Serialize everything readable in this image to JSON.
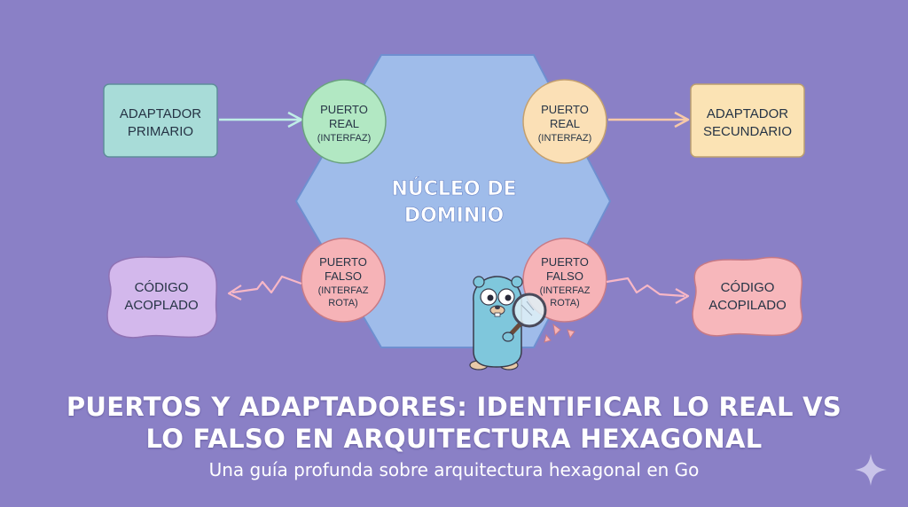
{
  "colors": {
    "background": "#8a80c6",
    "hexagon": "#9fbcea",
    "primary_adapter": "#a8dcd8",
    "secondary_adapter": "#fbe3b4",
    "port_green": "#b2e8c3",
    "port_peach": "#fbe0b6",
    "port_pink": "#f6b3b7",
    "coupled_lilac": "#d3b8ec",
    "coupled_pink": "#f7b7bb"
  },
  "diagram": {
    "core": {
      "line1": "NÚCLEO DE",
      "line2": "DOMINIO"
    },
    "primary_adapter": {
      "line1": "ADAPTADOR",
      "line2": "PRIMARIO"
    },
    "secondary_adapter": {
      "line1": "ADAPTADOR",
      "line2": "SECUNDARIO"
    },
    "port_real_left": {
      "line1": "PUERTO",
      "line2": "REAL",
      "line3": "(INTERFAZ)"
    },
    "port_real_right": {
      "line1": "PUERTO",
      "line2": "REAL",
      "line3": "(INTERFAZ)"
    },
    "port_fake_left": {
      "line1": "PUERTO",
      "line2": "FALSO",
      "line3": "(INTERFAZ",
      "line4": "ROTA)"
    },
    "port_fake_right": {
      "line1": "PUERTO",
      "line2": "FALSO",
      "line3": "(INTERFAZ",
      "line4": "ROTA)"
    },
    "coupled_left": {
      "line1": "CÓDIGO",
      "line2": "ACOPLADO"
    },
    "coupled_right": {
      "line1": "CÓDIGO",
      "line2": "ACOPILADO"
    }
  },
  "icons": {
    "mascot": "gopher-magnifier-icon",
    "sparkle": "sparkle-icon"
  },
  "title": {
    "line1": "PUERTOS Y ADAPTADORES: IDENTIFICAR LO REAL VS",
    "line2": "LO FALSO EN ARQUITECTURA HEXAGONAL"
  },
  "subtitle": "Una guía profunda sobre arquitectura hexagonal en Go"
}
